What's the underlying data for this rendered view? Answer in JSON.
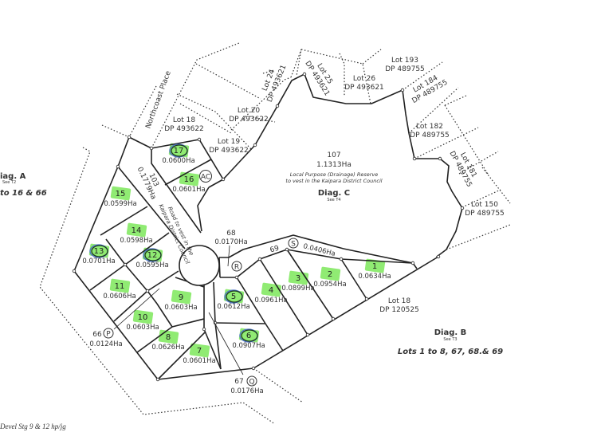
{
  "colors": {
    "highlight": "#7de85a",
    "circle_blue": "#4a6fc9",
    "circle_dark": "#1d3a1d",
    "line": "#222222"
  },
  "lots": [
    {
      "number": "1",
      "area": "0.0634Ha",
      "highlighted": true,
      "circled": false
    },
    {
      "number": "2",
      "area": "0.0954Ha",
      "highlighted": true,
      "circled": false
    },
    {
      "number": "3",
      "area": "0.0899Ha",
      "highlighted": true,
      "circled": false
    },
    {
      "number": "4",
      "area": "0.0961Ha",
      "highlighted": true,
      "circled": false
    },
    {
      "number": "5",
      "area": "0.0612Ha",
      "highlighted": true,
      "circled": true
    },
    {
      "number": "6",
      "area": "0.0907Ha",
      "highlighted": true,
      "circled": true
    },
    {
      "number": "7",
      "area": "0.0601Ha",
      "highlighted": true,
      "circled": false
    },
    {
      "number": "8",
      "area": "0.0626Ha",
      "highlighted": true,
      "circled": false
    },
    {
      "number": "9",
      "area": "0.0603Ha",
      "highlighted": true,
      "circled": false
    },
    {
      "number": "10",
      "area": "0.0603Ha",
      "highlighted": true,
      "circled": false
    },
    {
      "number": "11",
      "area": "0.0606Ha",
      "highlighted": true,
      "circled": false
    },
    {
      "number": "12",
      "area": "0.0595Ha",
      "highlighted": true,
      "circled": true
    },
    {
      "number": "13",
      "area": "0.0701Ha",
      "highlighted": true,
      "circled": true
    },
    {
      "number": "14",
      "area": "0.0598Ha",
      "highlighted": true,
      "circled": false
    },
    {
      "number": "15",
      "area": "0.0599Ha",
      "highlighted": true,
      "circled": false
    },
    {
      "number": "16",
      "area": "0.0601Ha",
      "highlighted": true,
      "circled": false
    },
    {
      "number": "17",
      "area": "0.0600Ha",
      "highlighted": true,
      "circled": true
    }
  ],
  "neighbours": {
    "lot18_493622": [
      "Lot 18",
      "DP 493622"
    ],
    "lot20": [
      "Lot 20",
      "DP 493622"
    ],
    "lot19": [
      "Lot 19",
      "DP 493622"
    ],
    "lot24": [
      "Lot 24",
      "DP 493621"
    ],
    "lot25": [
      "Lot 25",
      "DP 493621"
    ],
    "lot26": [
      "Lot 26",
      "DP 493621"
    ],
    "lot193": [
      "Lot 193",
      "DP 489755"
    ],
    "lot184": [
      "Lot 184",
      "DP 489755"
    ],
    "lot182": [
      "Lot 182",
      "DP 489755"
    ],
    "lot181": [
      "Lot 181",
      "DP 489755"
    ],
    "lot150": [
      "Lot 150",
      "DP 489755"
    ],
    "lot18_120525": [
      "Lot 18",
      "DP 120525"
    ]
  },
  "street": "Northcoast Place",
  "reserve": {
    "number": "107",
    "area": "1.1313Ha",
    "desc1": "Local Purpose (Drainage) Reserve",
    "desc2": "to vest in the Kaipara District Council",
    "diag": "Diag. C",
    "see": "See T4"
  },
  "road103": {
    "number": "103",
    "area": "0.1779Ha",
    "desc1": "Road to vest in the",
    "desc2": "Kaipara District Council"
  },
  "special": {
    "l68": {
      "number": "68",
      "area": "0.0170Ha",
      "marker": "R"
    },
    "l69": {
      "number": "69",
      "area": "0.0406Ha",
      "marker": "S"
    },
    "l66": {
      "number": "66",
      "area": "0.0124Ha",
      "marker": "P"
    },
    "l67": {
      "number": "67",
      "area": "0.0176Ha",
      "marker": "Q"
    },
    "ac": "AC"
  },
  "diagA": {
    "title": "iag. A",
    "see": "See T2",
    "lots": "to 16 & 66"
  },
  "diagB": {
    "title": "Diag. B",
    "see": "See T3",
    "lots": "Lots 1 to 8, 67, 68.& 69"
  },
  "footer": "Devel Stg 9 & 12   hp/jg"
}
